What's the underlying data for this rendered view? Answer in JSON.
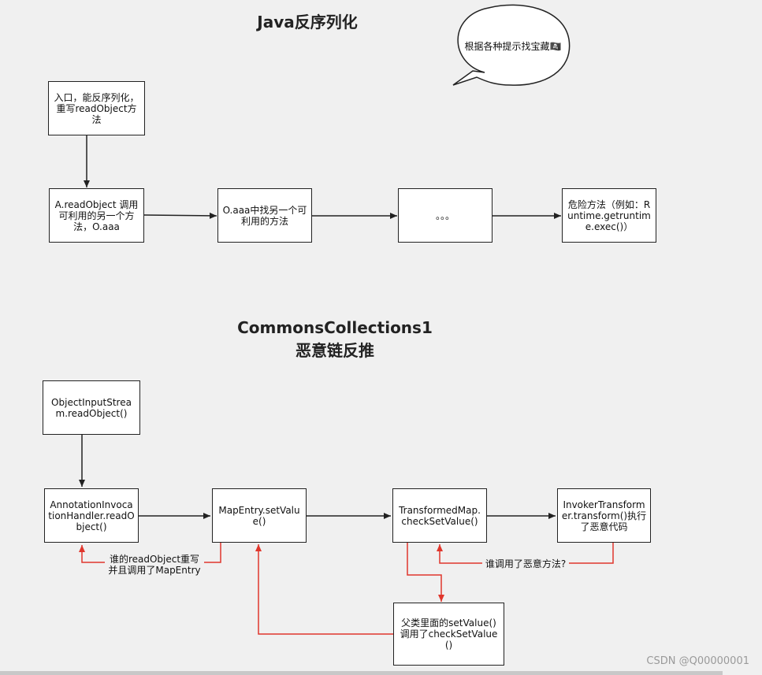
{
  "section1": {
    "title": "Java反序列化",
    "bubble": "根据各种提示找宝藏🏴‍☠️",
    "entry_box": "入口，能反序列化，重写readObject方法",
    "box_a": "A.readObject 调用可利用的另一个方法，O.aaa",
    "box_o": "O.aaa中找另一个可利用的方法",
    "box_dots": "。。。",
    "box_danger": "危险方法（例如：Runtime.getruntime.exec()）"
  },
  "section2": {
    "title_line1": "CommonsCollections1",
    "title_line2": "恶意链反推",
    "box_ois": "ObjectInputStream.readObject()",
    "box_aih": "AnnotationInvocationHandler.readObject()",
    "box_mapentry": "MapEntry.setValue()",
    "box_tm": "TransformedMap.checkSetValue()",
    "box_invoker": "InvokerTransformer.transform()执行了恶意代码",
    "box_parent": "父类里面的setValue()调用了checkSetValue()",
    "label_who_override": "谁的readObject重写并且调用了MapEntry",
    "label_who_call": "谁调用了恶意方法?"
  },
  "watermark": "CSDN @Q00000001",
  "colors": {
    "red": "#e0362c",
    "black": "#222222",
    "background": "#f0f0f0"
  }
}
